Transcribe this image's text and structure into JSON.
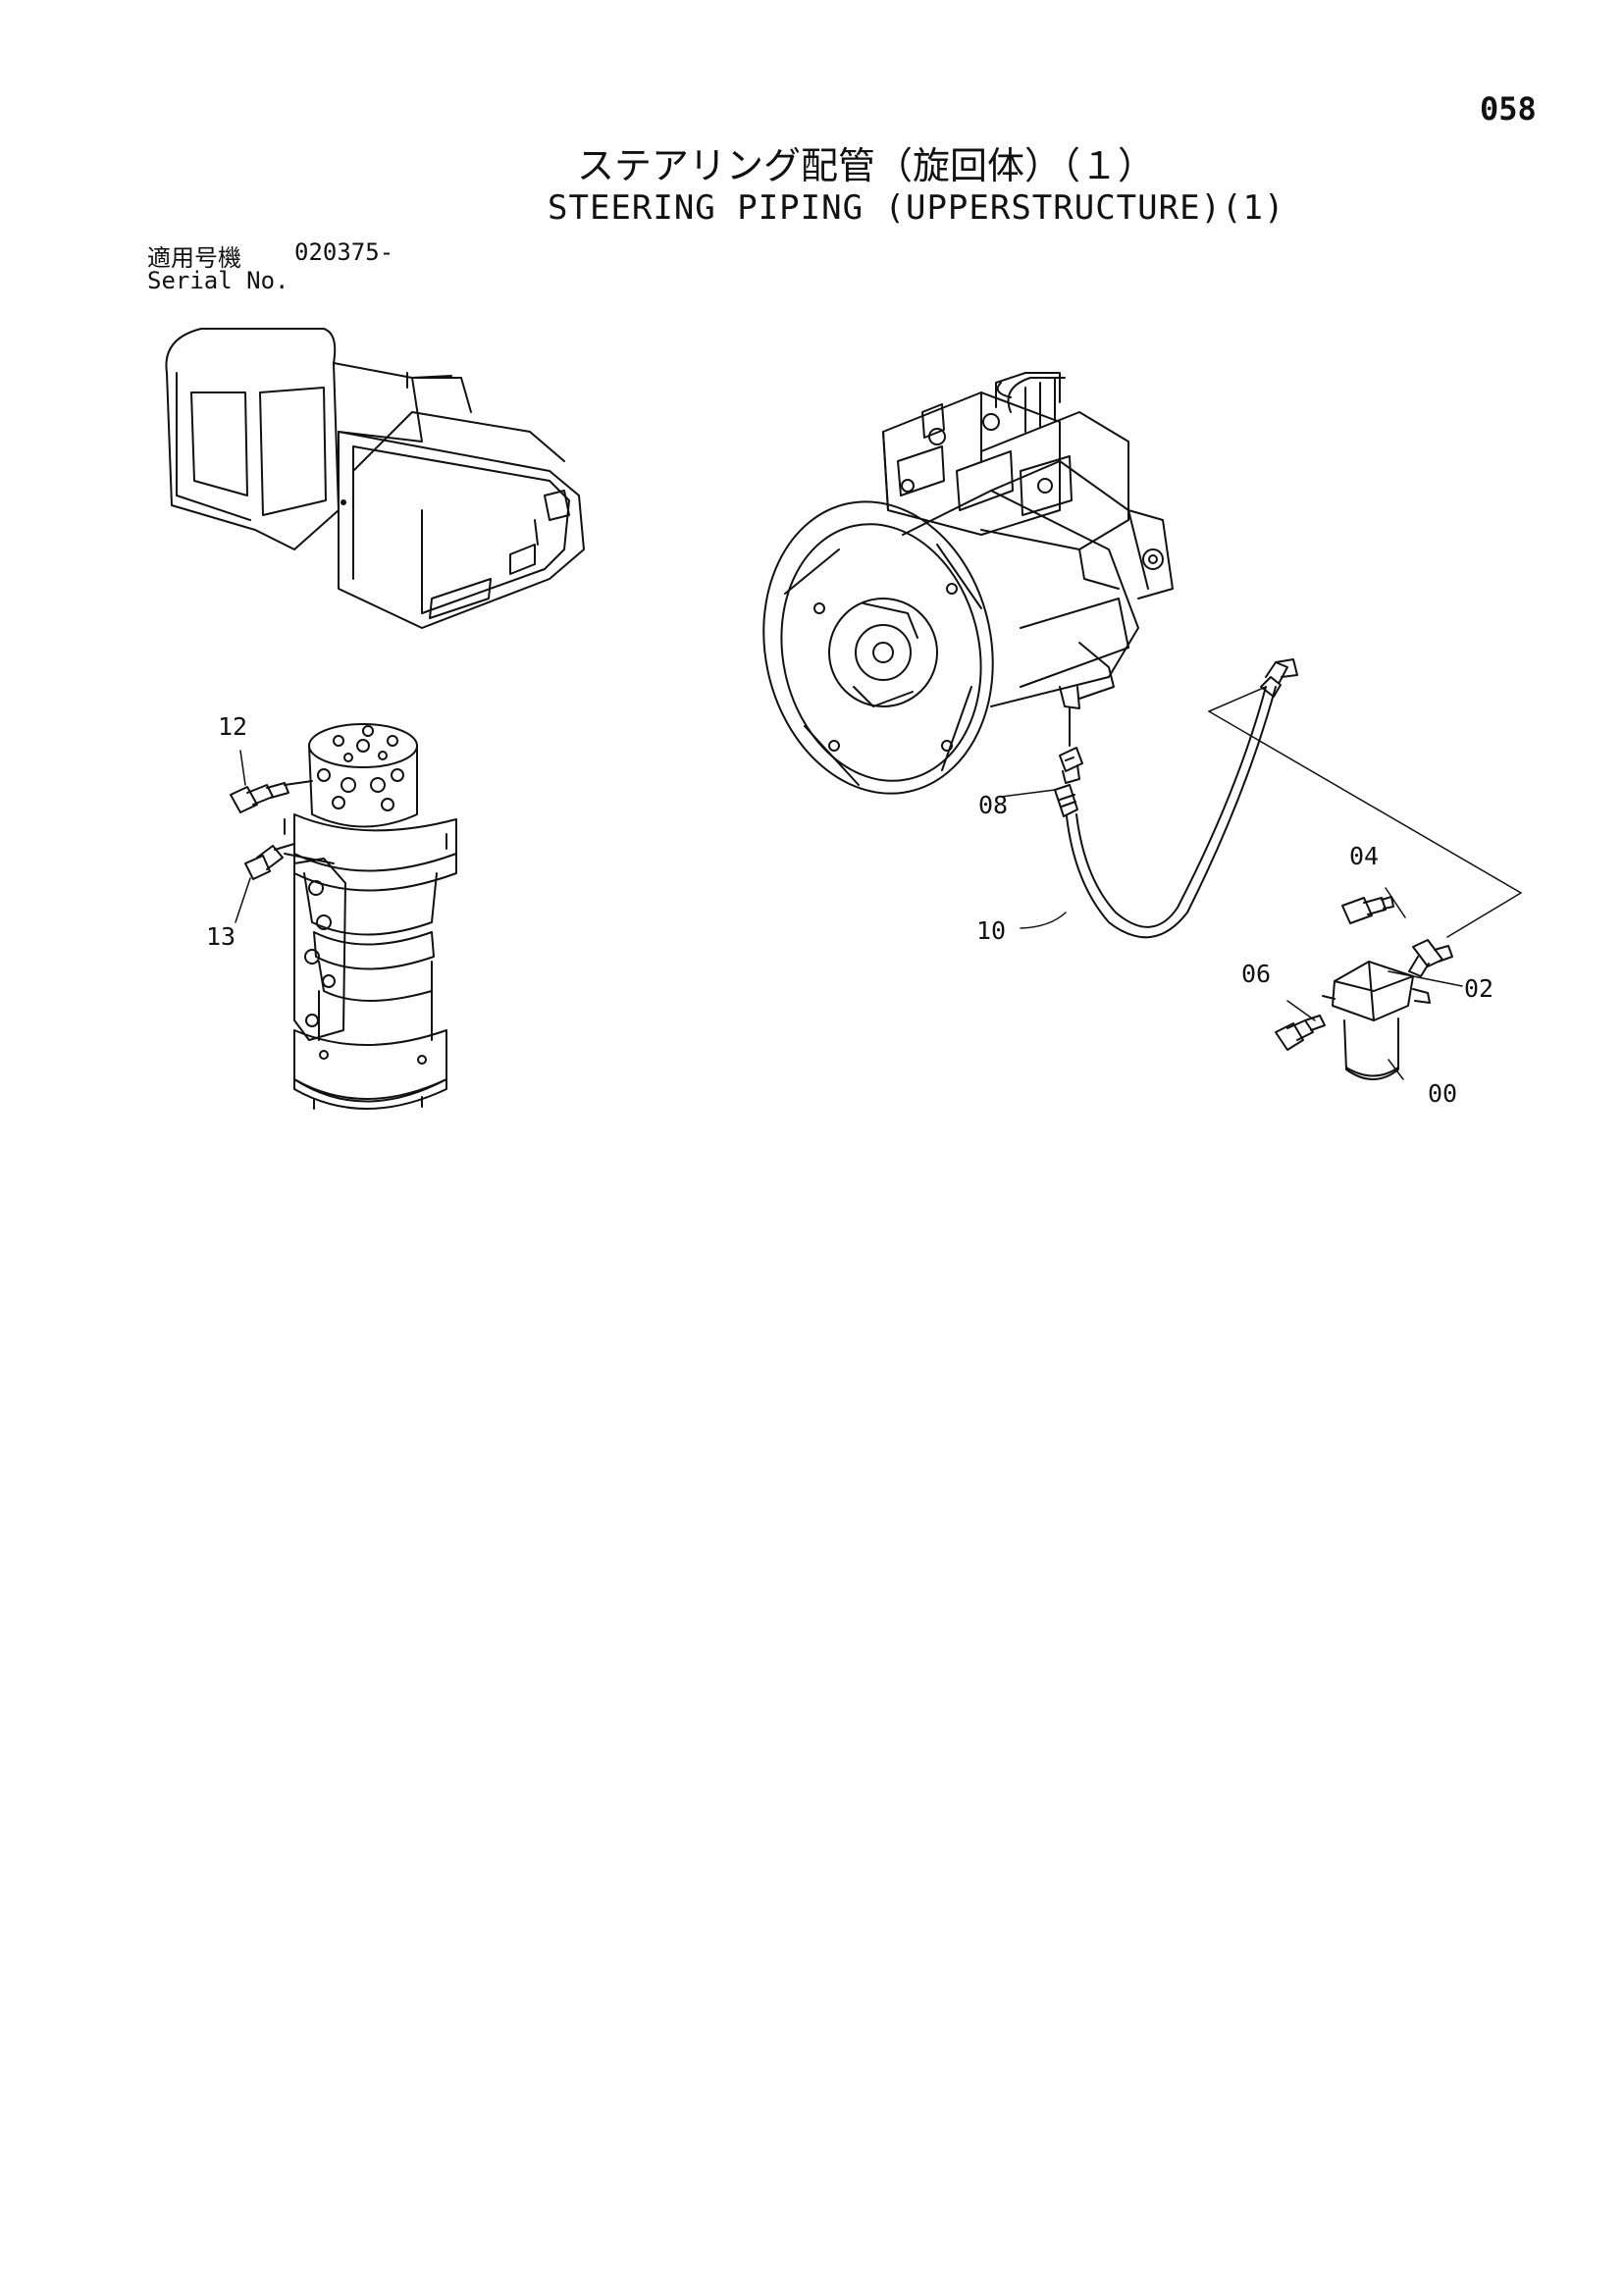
{
  "header": {
    "page_number": "058",
    "title_jp": "ステアリング配管（旋回体）（１）",
    "title_en": "STEERING PIPING (UPPERSTRUCTURE)(1)"
  },
  "serial": {
    "label_jp": "適用号機",
    "value": "020375-",
    "label_en": "Serial No."
  },
  "callouts": [
    "12",
    "13",
    "08",
    "10",
    "04",
    "02",
    "06",
    "00"
  ]
}
